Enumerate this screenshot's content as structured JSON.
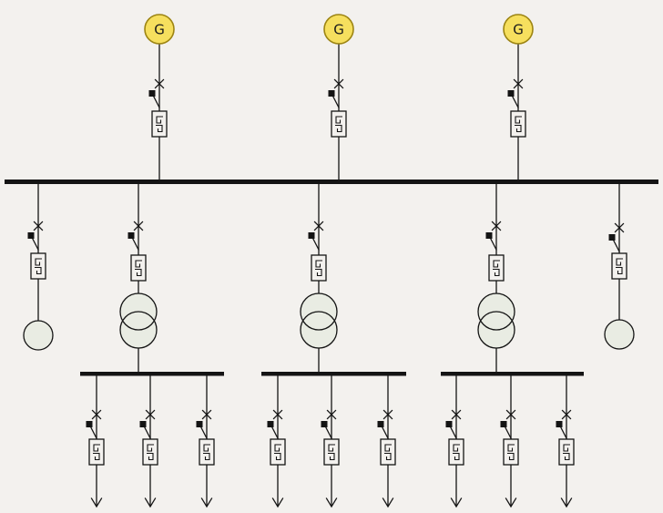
{
  "generators": [
    {
      "label": "G"
    },
    {
      "label": "G"
    },
    {
      "label": "G"
    }
  ],
  "icons": {
    "disconnector-icon": "blade-switch-with-cross",
    "circuit-breaker-icon": "withdrawable-breaker-box",
    "transformer-icon": "two-winding-transformer-circles",
    "generator-icon": "circle-G",
    "load-icon": "circle",
    "load-arrow-icon": "arrow-down"
  },
  "colors": {
    "background": "#f3f1ee",
    "page-bg": "#f3f1ee",
    "line": "#141414",
    "generator-fill": "#f6df5e",
    "generator-stroke": "#9c8412",
    "machine-fill": "#e9ece3",
    "device-box-fill": "#f3f1ee"
  }
}
